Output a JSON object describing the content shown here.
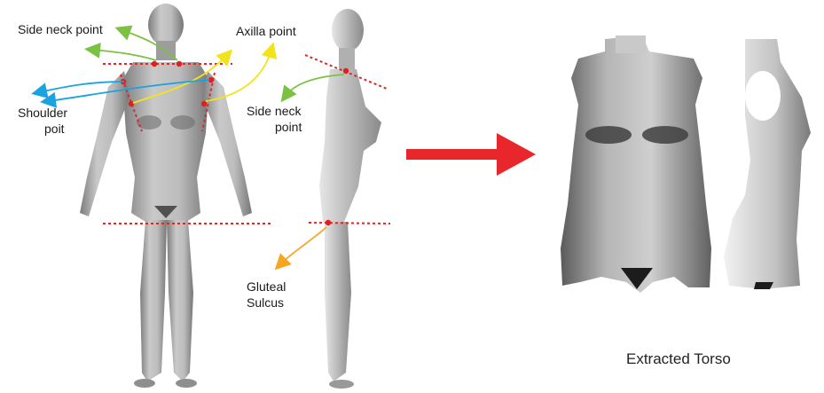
{
  "labels": {
    "side_neck_front": "Side neck point",
    "axilla": "Axilla point",
    "shoulder_l1": "Shoulder",
    "shoulder_l2": "poit",
    "side_neck_side_l1": "Side neck",
    "side_neck_side_l2": "point",
    "gluteal_l1": "Gluteal",
    "gluteal_l2": "Sulcus",
    "extracted": "Extracted Torso"
  },
  "colors": {
    "guide_line": "#d62b2b",
    "marker": "#e01f1f",
    "green_arrow": "#7cc242",
    "yellow_arrow": "#f2e41c",
    "blue_arrow": "#1aa3e0",
    "orange_arrow": "#f5a623",
    "main_arrow": "#e8262b",
    "body_fill": "#a9a9a9",
    "body_dark": "#6e6e6e"
  }
}
